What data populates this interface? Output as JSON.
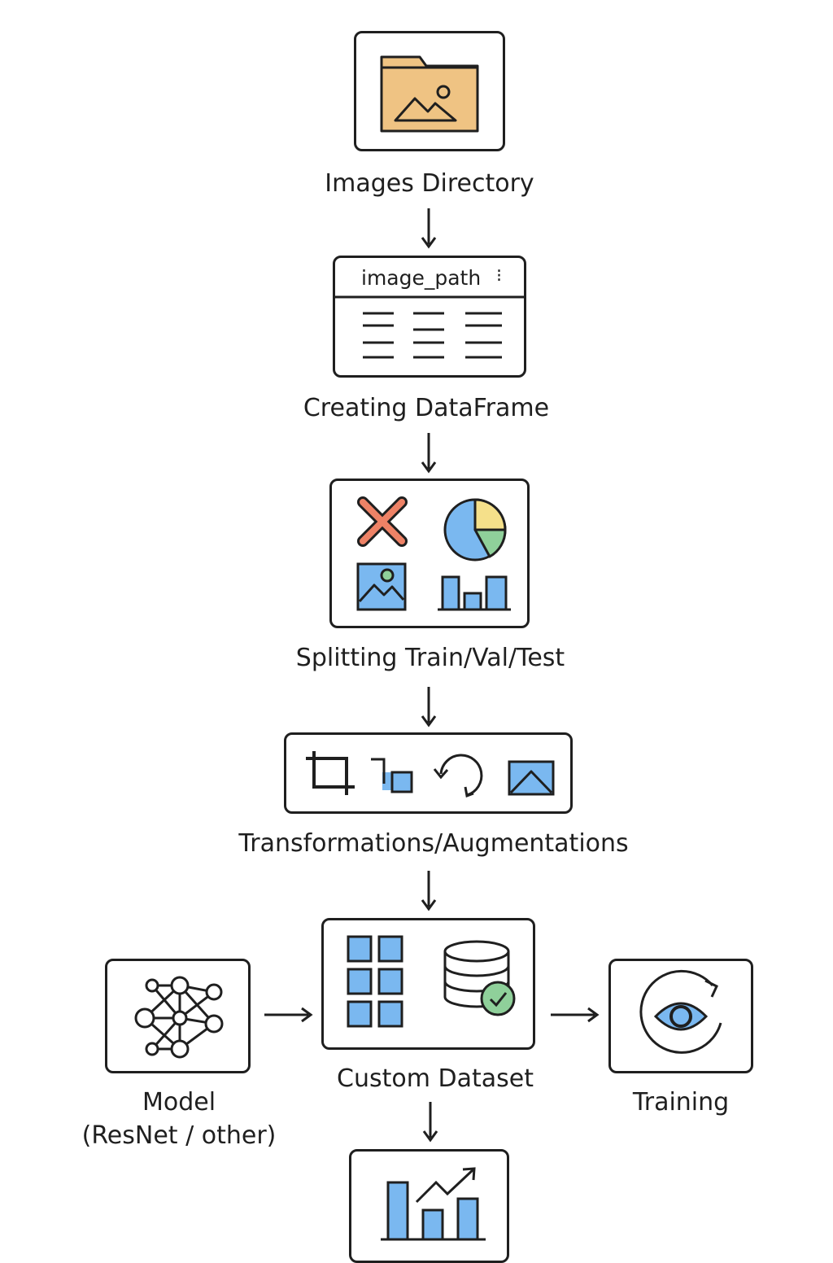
{
  "colors": {
    "outline": "#1f1f1f",
    "folder": "#efc383",
    "blue": "#7ab8f0",
    "red": "#ee8266",
    "yellow": "#f5e08a",
    "green": "#8fd09a"
  },
  "steps": {
    "images_directory": {
      "label": "Images Directory",
      "icon": "image-folder-icon"
    },
    "dataframe": {
      "label": "Creating DataFrame",
      "column_header": "image_path",
      "icon": "table-icon"
    },
    "split": {
      "label": "Splitting Train/Val/Test",
      "icons": [
        "x-mark-icon",
        "pie-chart-icon",
        "image-icon",
        "bar-chart-icon"
      ]
    },
    "transforms": {
      "label": "Transformations/Augmentations",
      "icons": [
        "crop-icon",
        "resize-icon",
        "rotate-icon",
        "image-icon"
      ]
    },
    "custom_dataset": {
      "label": "Custom Dataset",
      "icons": [
        "grid-icon",
        "database-check-icon"
      ]
    },
    "model": {
      "label_line1": "Model",
      "label_line2": "(ResNet / other)",
      "icon": "neural-network-icon"
    },
    "training": {
      "label": "Training",
      "icon": "eye-refresh-icon"
    },
    "evaluation": {
      "icon": "bar-chart-trend-icon"
    }
  }
}
